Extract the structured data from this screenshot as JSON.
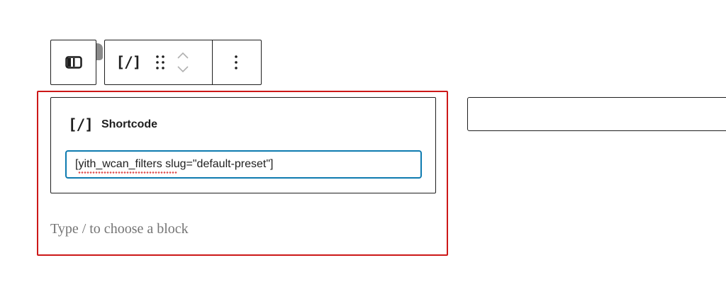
{
  "toolbar": {
    "parent_icon": "columns-parent-icon",
    "block_type_icon": "[/]",
    "drag_icon": "drag-handle-icon",
    "mover_icon": "chevron-up-down-icon",
    "more_icon": "more-vertical-icon"
  },
  "shortcode_block": {
    "icon": "[/]",
    "title": "Shortcode",
    "value": "[yith_wcan_filters slug=\"default-preset\"]"
  },
  "appender": {
    "placeholder": "Type / to choose a block"
  },
  "colors": {
    "selection_outline": "#cc1818",
    "input_focus": "#0e7bb0",
    "border": "#1e1e1e",
    "placeholder_text": "#757575"
  }
}
